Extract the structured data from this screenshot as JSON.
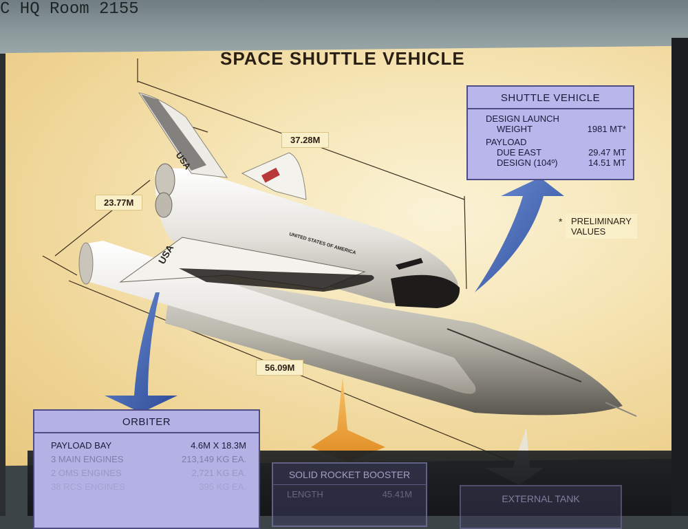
{
  "room_label": "C HQ Room 2155",
  "title": "SPACE SHUTTLE VEHICLE",
  "dimensions": {
    "length_upper": "37.28M",
    "height": "23.77M",
    "length_total": "56.09M"
  },
  "shuttle_vehicle": {
    "heading": "SHUTTLE VEHICLE",
    "weight_label_1": "DESIGN LAUNCH",
    "weight_label_2": "WEIGHT",
    "weight_value": "1981 MT*",
    "payload_label": "PAYLOAD",
    "due_east_label": "DUE EAST",
    "due_east_value": "29.47 MT",
    "design_label": "DESIGN (104º)",
    "design_value": "14.51 MT"
  },
  "note": {
    "asterisk": "*",
    "line1": "PRELIMINARY",
    "line2": "VALUES"
  },
  "orbiter": {
    "heading": "ORBITER",
    "rows": [
      {
        "label": "PAYLOAD BAY",
        "value": "4.6M X 18.3M"
      },
      {
        "label": "3 MAIN ENGINES",
        "value": "213,149 KG EA."
      },
      {
        "label": "2 OMS ENGINES",
        "value": "2,721 KG EA."
      },
      {
        "label": "38 RCS ENGINES",
        "value": "395 KG EA."
      }
    ]
  },
  "srb": {
    "heading": "SOLID ROCKET BOOSTER",
    "row_label": "LENGTH",
    "row_value": "45.41M"
  },
  "external_tank": {
    "heading": "EXTERNAL TANK"
  },
  "orbiter_markings": {
    "tail": "USA",
    "wing": "USA",
    "fuselage": "UNITED STATES OF AMERICA"
  },
  "colors": {
    "panel_blue": "#b8b6ea",
    "arrow_blue": "#3c5aa8",
    "arrow_orange": "#f0a83c",
    "poster_bg": "#f6e6b8"
  }
}
